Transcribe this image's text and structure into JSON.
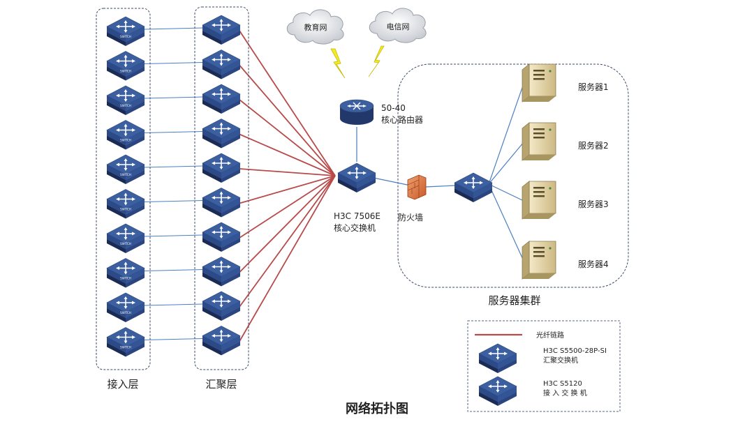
{
  "clouds": {
    "education": "教育网",
    "telecom": "电信网"
  },
  "router": {
    "model": "50-40",
    "name": "核心路由器"
  },
  "core_switch": {
    "model": "H3C 7506E",
    "name": "核心交换机"
  },
  "firewall": {
    "name": "防火墙"
  },
  "servers": [
    "服务器1",
    "服务器2",
    "服务器3",
    "服务器4"
  ],
  "server_cluster_label": "服务器集群",
  "layers": {
    "access": "接入层",
    "aggregation": "汇聚层"
  },
  "legend": {
    "fiber": "光纤链路",
    "agg_model": "H3C S5500-28P-SI",
    "agg_name": "汇聚交换机",
    "access_model": "H3C  S5120",
    "access_name": "接 入 交 换 机"
  },
  "switch_badge": "SWITCH",
  "title": "网络拓扑图",
  "colors": {
    "fiber": "#b84a4a",
    "blue_link": "#4a7fc1",
    "switch_top": "#3c5fa0",
    "switch_side": "#22386b",
    "cluster_border": "#3a4a6a"
  },
  "access_switch_count": 10,
  "aggregation_switch_count": 10
}
